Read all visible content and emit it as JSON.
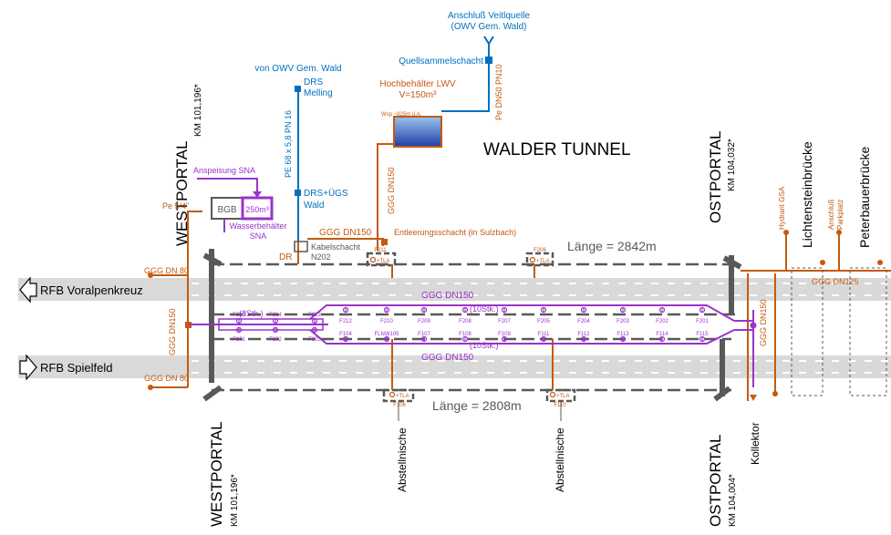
{
  "title": "WALDER TUNNEL",
  "tracks": {
    "north": "RFB Voralpenkreuz",
    "south": "RFB Spielfeld"
  },
  "portals": {
    "west_top": "WESTPORTAL",
    "west_top_km": "KM 101,196*",
    "west_bottom": "WESTPORTAL",
    "west_bottom_km": "KM 101,196*",
    "east_top": "OSTPORTAL",
    "east_top_km": "KM 104,032*",
    "east_bottom": "OSTPORTAL",
    "east_bottom_km": "KM 104,004*"
  },
  "lengths": {
    "north": "Länge = 2842m",
    "south": "Länge = 2808m"
  },
  "water": {
    "source_label": "Anschluß Veitlquelle",
    "source_sub": "(OWV Gem. Wald)",
    "collection_shaft": "Quellsammelschacht",
    "source_pipe": "Pe DN50 PN10",
    "tank_title": "Hochbehälter LWV",
    "tank_volume": "V=150m³",
    "tank_level": "Wsp ~925m ü.A.",
    "supply_from": "von OWV Gem. Wald",
    "drs_melling": "DRS",
    "drs_melling_sub": "Melling",
    "pe_pipe": "PE 68 x 5,8 PN 16",
    "drs_uegs": "DRS+ÜGS",
    "drs_uegs_sub": "Wald",
    "ggg_dn150_vertical": "GGG DN150",
    "ggg_dn150_top": "GGG DN150",
    "drain_shaft": "Entleerungsschacht (in Sulzbach)",
    "cable_shaft": "Kabelschacht",
    "cable_shaft_id": "N202",
    "dr": "DR",
    "feed_sna": "Anspeisung SNA",
    "pe_54": "Pe 5/4\"",
    "bgb": "BGB",
    "tank_sna_volume": "250m³",
    "tank_sna_label": "Wasserbehälter",
    "tank_sna_sub": "SNA",
    "ggg_dn80_top": "GGG DN 80",
    "ggg_dn80_bottom": "GGG DN 80",
    "ggg_dn150_west": "GGG DN150",
    "ggg_dn150_north": "GGG DN150",
    "ggg_dn150_south": "GGG DN150",
    "ggg_dn150_east": "GGG DN150",
    "ggg_dn125": "GGG DN125",
    "count_west": "(3Stk.)",
    "count_north": "(10Stk.)",
    "count_south": "(10Stk.)"
  },
  "hydrants": {
    "north": [
      "F212",
      "F210",
      "F209",
      "F208",
      "F207",
      "F205",
      "F204",
      "F203",
      "F202",
      "F201"
    ],
    "south": [
      "F104",
      "FLNW105",
      "F107",
      "F108",
      "F109",
      "F111",
      "F112",
      "F113",
      "F114",
      "F115"
    ],
    "west_top": [
      "F215",
      "F214",
      "F213"
    ],
    "west_bottom": [
      "F101",
      "F102",
      "F103"
    ],
    "tla_top": [
      "F211",
      "F206"
    ],
    "tla_bottom": [
      "F106",
      "F110"
    ],
    "tla_label": "+TLA"
  },
  "niches": [
    "Abstellnische",
    "Abstellnische"
  ],
  "collector": "Kollektor",
  "bridges": [
    "Lichtensteinbrücke",
    "Peterbauerbrücke"
  ],
  "right_labels": {
    "hydrant_gsa": "Hydrant GSA",
    "parking": "Anschluß",
    "parking_sub": "Parkplatz"
  },
  "colors": {
    "tunnel": "#595959",
    "water_supply": "#0070c0",
    "ggg_pipe": "#c55a11",
    "sna_pipe": "#9933cc",
    "track_band": "#d9d9d9"
  }
}
